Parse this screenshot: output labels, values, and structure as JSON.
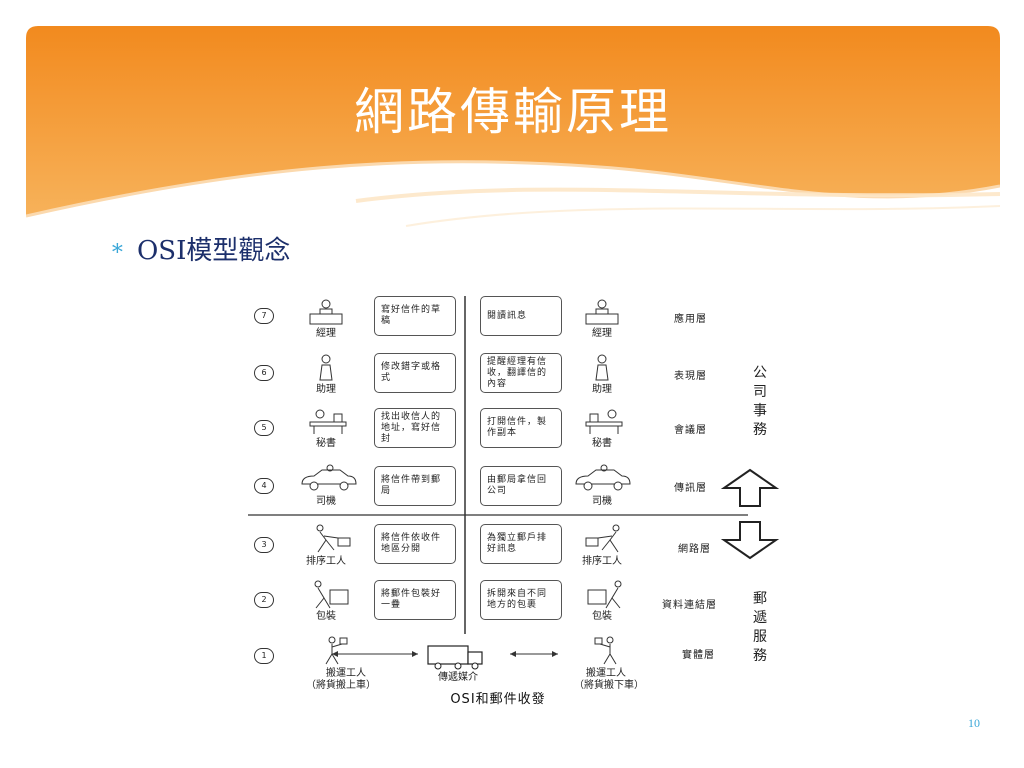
{
  "slide": {
    "title": "網路傳輸原理",
    "page_number": "10"
  },
  "bullet": {
    "text": "OSI模型觀念"
  },
  "diagram": {
    "caption": "OSI和郵件收發",
    "group_company": "公司事務",
    "group_postal": "郵遞服務",
    "layers": [
      {
        "num": "7",
        "left_role": "經理",
        "left_box": "寫好信件的草稿",
        "right_box": "閱讀訊息",
        "right_role": "經理",
        "layer_name": "應用層"
      },
      {
        "num": "6",
        "left_role": "助理",
        "left_box": "修改錯字或格式",
        "right_box": "提醒經理有信收，翻譯信的內容",
        "right_role": "助理",
        "layer_name": "表現層"
      },
      {
        "num": "5",
        "left_role": "秘書",
        "left_box": "找出收信人的地址，寫好信封",
        "right_box": "打開信件，製作副本",
        "right_role": "秘書",
        "layer_name": "會議層"
      },
      {
        "num": "4",
        "left_role": "司機",
        "left_box": "將信件帶到郵局",
        "right_box": "由郵局拿信回公司",
        "right_role": "司機",
        "layer_name": "傳訊層"
      },
      {
        "num": "3",
        "left_role": "排序工人",
        "left_box": "將信件依收件地區分開",
        "right_box": "為獨立郵戶排好訊息",
        "right_role": "排序工人",
        "layer_name": "網路層"
      },
      {
        "num": "2",
        "left_role": "包裝",
        "left_box": "將郵件包裝好一疊",
        "right_box": "拆開來自不同地方的包裹",
        "right_role": "包裝",
        "layer_name": "資料連結層"
      },
      {
        "num": "1",
        "left_role": "搬運工人",
        "left_sub": "（將貨搬上車）",
        "middle": "傳遞媒介",
        "right_role": "搬運工人",
        "right_sub": "（將貨搬下車）",
        "layer_name": "實體層"
      }
    ]
  }
}
